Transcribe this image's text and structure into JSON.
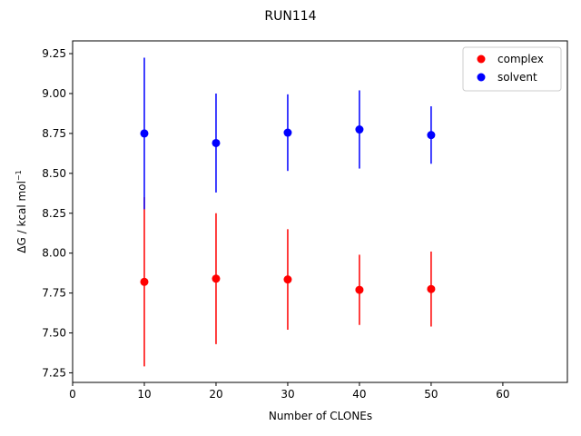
{
  "chart_data": {
    "type": "scatter",
    "title": "RUN114",
    "xlabel": "Number of CLONEs",
    "ylabel_main": "ΔG / kcal mol",
    "ylabel_sup": "−1",
    "xlim": [
      0,
      69
    ],
    "ylim": [
      7.19,
      9.33
    ],
    "xticks": [
      0,
      10,
      20,
      30,
      40,
      50,
      60
    ],
    "xtick_labels": [
      "0",
      "10",
      "20",
      "30",
      "40",
      "50",
      "60"
    ],
    "yticks": [
      7.25,
      7.5,
      7.75,
      8.0,
      8.25,
      8.5,
      8.75,
      9.0,
      9.25
    ],
    "ytick_labels": [
      "7.25",
      "7.50",
      "7.75",
      "8.00",
      "8.25",
      "8.50",
      "8.75",
      "9.00",
      "9.25"
    ],
    "grid": false,
    "legend_position": "top-right",
    "series": [
      {
        "name": "complex",
        "color": "#ff0000",
        "points": [
          {
            "x": 10,
            "y": 7.82,
            "err": 0.53
          },
          {
            "x": 20,
            "y": 7.84,
            "err": 0.41
          },
          {
            "x": 30,
            "y": 7.835,
            "err": 0.315
          },
          {
            "x": 40,
            "y": 7.77,
            "err": 0.22
          },
          {
            "x": 50,
            "y": 7.775,
            "err": 0.235
          }
        ]
      },
      {
        "name": "solvent",
        "color": "#0000ff",
        "points": [
          {
            "x": 10,
            "y": 8.75,
            "err": 0.475
          },
          {
            "x": 20,
            "y": 8.69,
            "err": 0.31
          },
          {
            "x": 30,
            "y": 8.755,
            "err": 0.24
          },
          {
            "x": 40,
            "y": 8.775,
            "err": 0.245
          },
          {
            "x": 50,
            "y": 8.74,
            "err": 0.18
          }
        ]
      }
    ]
  }
}
